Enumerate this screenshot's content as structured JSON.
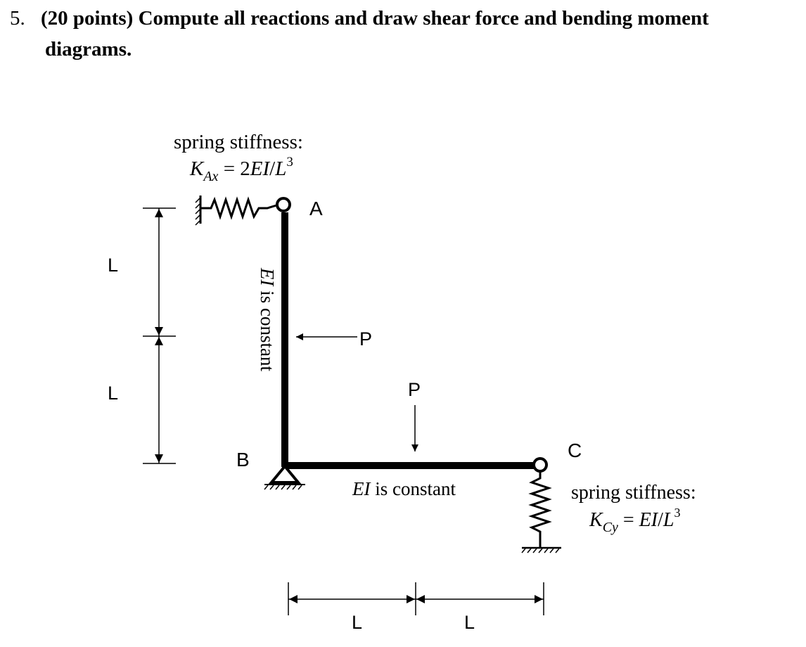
{
  "heading": {
    "number": "5.",
    "points": "(20 points)",
    "prompt_line1": "Compute all reactions and draw shear force and bending moment",
    "prompt_line2": "diagrams."
  },
  "spring_A": {
    "caption": "spring stiffness:",
    "symbol": "K",
    "subscript": "Ax",
    "equals": " = 2",
    "ei": "EI",
    "slash": "/",
    "L": "L",
    "exponent": "3"
  },
  "spring_C": {
    "caption": "spring stiffness:",
    "symbol": "K",
    "subscript": "Cy",
    "equals": " = ",
    "ei": "EI",
    "slash": "/",
    "L": "L",
    "exponent": "3"
  },
  "labels": {
    "node_A": "A",
    "node_B": "B",
    "node_C": "C",
    "load_horizontal": "P",
    "load_vertical": "P"
  },
  "ei_label": {
    "ei": "EI",
    "rest": " is constant"
  },
  "dimensions": {
    "vertical_upper": "L",
    "vertical_lower": "L",
    "horizontal_left": "L",
    "horizontal_right": "L"
  },
  "colors": {
    "ink": "#000000",
    "background": "#ffffff"
  }
}
